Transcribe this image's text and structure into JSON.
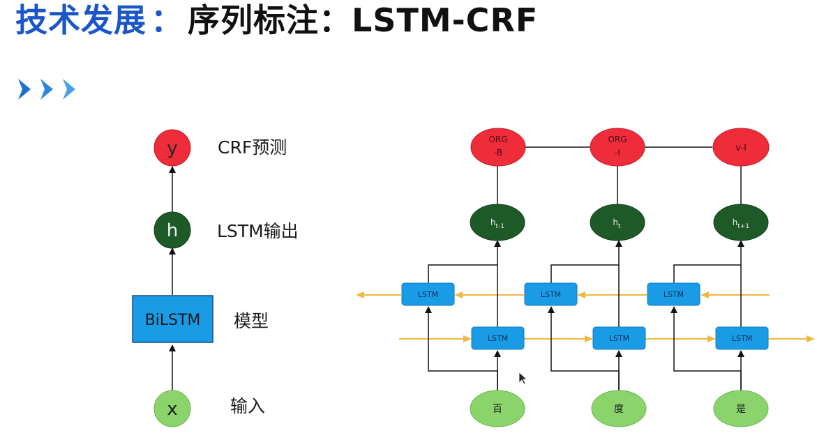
{
  "title": {
    "highlight": "技术发展",
    "separator": "：",
    "text": "序列标注：LSTM-CRF"
  },
  "colors": {
    "title_blue": "#1a56c8",
    "crf_red": "#ee2c3a",
    "hidden_green": "#1e5a28",
    "input_green": "#8bd36b",
    "lstm_blue": "#1a9be6",
    "arrow_orange": "#f0b840"
  },
  "legend": {
    "y_node": "y",
    "h_node": "h",
    "x_node": "x",
    "model_box": "BiLSTM",
    "crf_label": "CRF预测",
    "lstm_out_label": "LSTM输出",
    "model_label": "模型",
    "input_label": "输入"
  },
  "diagram": {
    "lstm_label": "LSTM",
    "columns": [
      {
        "input": "百",
        "hidden_base": "h",
        "hidden_sub": "t-1",
        "crf_line1": "ORG",
        "crf_line2": "-B"
      },
      {
        "input": "度",
        "hidden_base": "h",
        "hidden_sub": "t",
        "crf_line1": "ORG",
        "crf_line2": "-I"
      },
      {
        "input": "是",
        "hidden_base": "h",
        "hidden_sub": "t+1",
        "crf_line1": "v-I",
        "crf_line2": ""
      }
    ]
  }
}
